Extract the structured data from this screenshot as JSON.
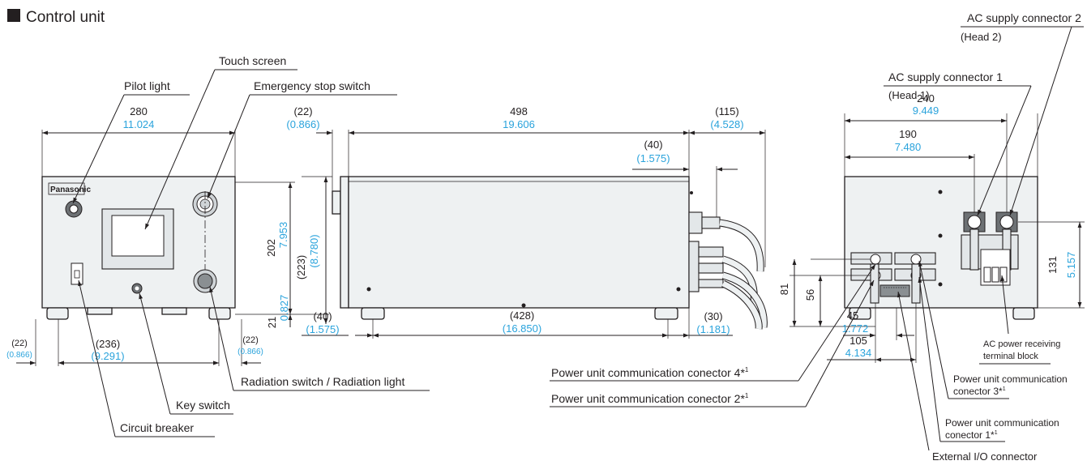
{
  "heading": "Control unit",
  "labels": {
    "ac2": "AC supply connector 2",
    "head2": "(Head 2)",
    "ac1": "AC supply connector 1",
    "head1": "(Head 1)",
    "touch": "Touch screen",
    "pilot": "Pilot light",
    "estop": "Emergency stop switch",
    "radiation": "Radiation switch / Radiation light",
    "key": "Key switch",
    "breaker": "Circuit breaker",
    "puc4": "Power unit communication conector 4*",
    "puc2": "Power unit communication conector 2*",
    "puc3a": "Power unit communication",
    "puc3b": "conector 3*",
    "puc1a": "Power unit communication",
    "puc1b": "conector 1*",
    "extio": "External I/O connector",
    "acpa": "AC power receiving",
    "acpb": "terminal block",
    "fn": "1",
    "logo": "Panasonic"
  },
  "dims": {
    "w280": "280",
    "w280i": "11.024",
    "h202": "202",
    "h202i": "7.953",
    "h223": "(223)",
    "h223i": "(8.780)",
    "b236": "(236)",
    "b236i": "(9.291)",
    "l22": "(22)",
    "l22i": "(0.866)",
    "r22": "(22)",
    "r22i": "(0.866)",
    "f21": "21",
    "f21i": "0.827",
    "s22": "(22)",
    "s22i": "(0.866)",
    "s498": "498",
    "s498i": "19.606",
    "s115": "(115)",
    "s115i": "(4.528)",
    "s40": "(40)",
    "s40i": "(1.575)",
    "s40b": "(40)",
    "s40bi": "(1.575)",
    "s428": "(428)",
    "s428i": "(16.850)",
    "s30": "(30)",
    "s30i": "(1.181)",
    "r240": "240",
    "r240i": "9.449",
    "r190": "190",
    "r190i": "7.480",
    "r131": "131",
    "r131i": "5.157",
    "r81": "81",
    "r56": "56",
    "r45": "45",
    "r45i": "1.772",
    "r105": "105",
    "r105i": "4.134"
  },
  "colors": {
    "ink": "#231f20",
    "inch": "#2aa3dc",
    "body": "#eef1f2"
  }
}
